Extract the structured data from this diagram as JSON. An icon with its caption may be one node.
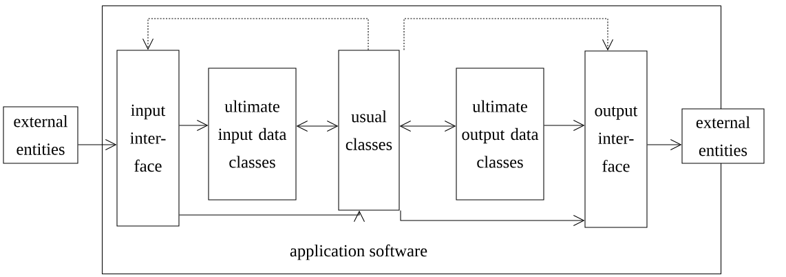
{
  "diagram": {
    "nodes": [
      {
        "text": [
          "external entities"
        ]
      },
      {
        "text": [
          "application software"
        ]
      },
      {
        "text": [
          "input inter- face"
        ],
        "in": 1
      },
      {
        "text": [
          "ultimate input data classes"
        ],
        "in": 1
      },
      {
        "text": [
          "usual classes"
        ],
        "in": 1
      },
      {
        "text": [
          "ultimate output data classes"
        ],
        "in": 1
      },
      {
        "text": [
          "output inter- face"
        ],
        "in": 1
      },
      {
        "text": [
          "external entities"
        ]
      }
    ],
    "edges": [
      {
        "from": 0,
        "to": 2,
        "arrow": "to"
      },
      {
        "from": 2,
        "to": 3,
        "arrow": "to"
      },
      {
        "from": 3,
        "to": 4,
        "arrow": "both"
      },
      {
        "from": 4,
        "to": 5,
        "arrow": "both"
      },
      {
        "from": 5,
        "to": 6,
        "arrow": "to"
      },
      {
        "from": 6,
        "to": 7,
        "arrow": "to"
      },
      {
        "from": 4,
        "to": 2,
        "arrow": "to",
        "style": "dashed"
      },
      {
        "from": 4,
        "to": 6,
        "arrow": "to",
        "style": "dashed"
      },
      {
        "from": 2,
        "to": 4,
        "arrow": "to"
      },
      {
        "from": 4,
        "to": 6,
        "arrow": "to"
      }
    ]
  }
}
